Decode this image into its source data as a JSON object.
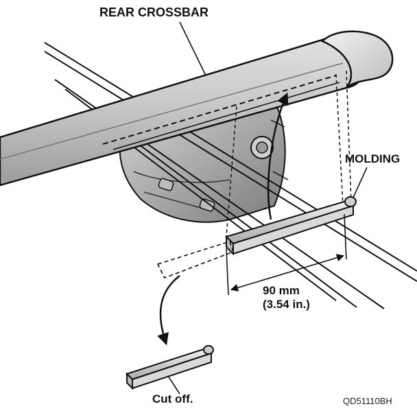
{
  "labels": {
    "rear_crossbar": "REAR CROSSBAR",
    "molding": "MOLDING",
    "dimension_mm": "90 mm",
    "dimension_in": "(3.54 in.)",
    "cut_off": "Cut off.",
    "figure_code": "QD51110BH"
  }
}
